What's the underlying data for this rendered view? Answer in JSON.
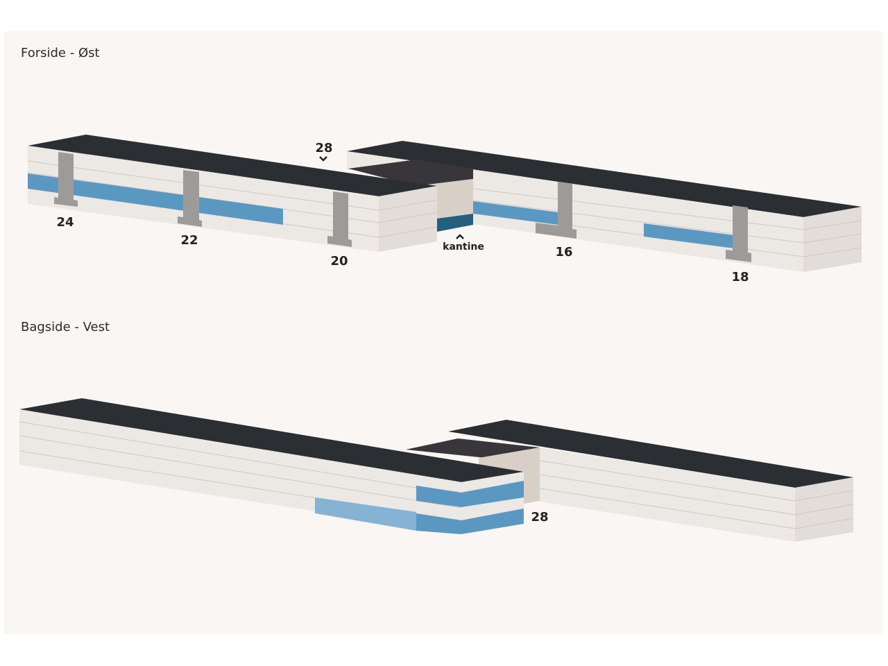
{
  "sections": {
    "front_title": "Forside - Øst",
    "back_title": "Bagside - Vest"
  },
  "front_labels": {
    "u24": "24",
    "u22": "22",
    "u20": "20",
    "u28": "28",
    "kantine": "kantine",
    "u16": "16",
    "u18": "18"
  },
  "back_labels": {
    "u28": "28"
  },
  "markers": {
    "u28_arrow": "chevron-down-icon",
    "kantine_arrow": "chevron-up-icon"
  },
  "colors": {
    "background": "#f9f6f3",
    "roof": "#2b2f33",
    "roof_dark": "#38363a",
    "facade": "#ece8e4",
    "side": "#d8cfc7",
    "stair": "#9d9b99",
    "blue": "#5b98c1",
    "blue_light": "#86b3d3",
    "blue_dark": "#245f7e"
  }
}
